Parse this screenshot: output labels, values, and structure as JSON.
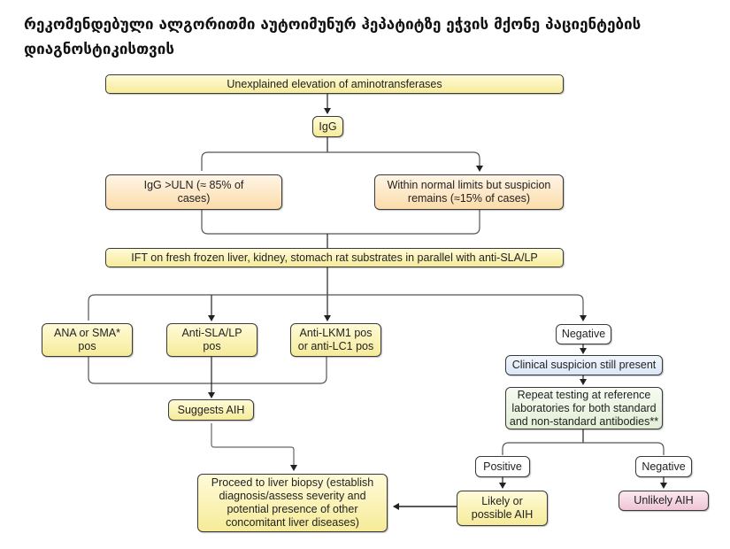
{
  "title": "რეკომენდებული ალგორითმი აუტოიმუნურ ჰეპატიტზე ეჭვის მქონე პაციენტების დიაგნოსტიკისთვის",
  "nodes": {
    "start": "Unexplained elevation of aminotransferases",
    "igg": "IgG",
    "igg_high": "IgG >ULN (≈ 85% of  cases)",
    "igg_normal": "Within normal limits but suspicion remains (≈15% of cases)",
    "ift": "IFT on fresh frozen liver, kidney, stomach rat substrates in parallel with anti-SLA/LP",
    "ana_sma": "ANA or SMA* pos",
    "anti_sla": "Anti-SLA/LP pos",
    "anti_lkm": "Anti-LKM1 pos or anti-LC1 pos",
    "negative1": "Negative",
    "clinical": "Clinical suspicion still present",
    "repeat": "Repeat testing at reference laboratories for both standard and non-standard antibodies**",
    "suggests": "Suggests AIH",
    "biopsy": "Proceed to liver biopsy (establish diagnosis/assess severity and potential presence of other concomitant liver diseases)",
    "positive": "Positive",
    "negative2": "Negative",
    "likely": "Likely or possible AIH",
    "unlikely": "Unlikely AIH"
  },
  "colors": {
    "yellow": "#f6eb99",
    "orange": "#fbdcaa",
    "blue": "#dbe7f6",
    "green": "#e2efd6",
    "pink": "#efc5d6",
    "line": "#222222"
  }
}
